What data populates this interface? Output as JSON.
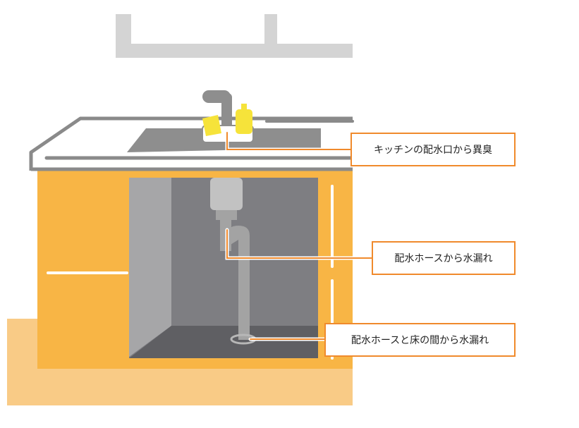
{
  "colors": {
    "wall_frame": "#d4d4d4",
    "counter_outline": "#8a8a8a",
    "cabinet": "#f8b545",
    "floor": "#f9cb86",
    "interior": "#7e7e82",
    "interior_side": "#a6a6a8",
    "interior_floor": "#5f5f63",
    "sink_gray": "#8e8e8e",
    "pipe": "#a3a3a3",
    "bottle": "#f6e33a",
    "accent": "#f08a2c"
  },
  "icons": {
    "faucet": "faucet-icon",
    "sponge": "sponge-icon",
    "detergent": "detergent-bottle-icon",
    "drain_pipe": "drain-pipe-icon",
    "floor_drain": "floor-drain-icon"
  },
  "callouts": [
    {
      "label": "キッチンの配水口から異臭"
    },
    {
      "label": "配水ホースから水漏れ"
    },
    {
      "label": "配水ホースと床の間から水漏れ"
    }
  ]
}
